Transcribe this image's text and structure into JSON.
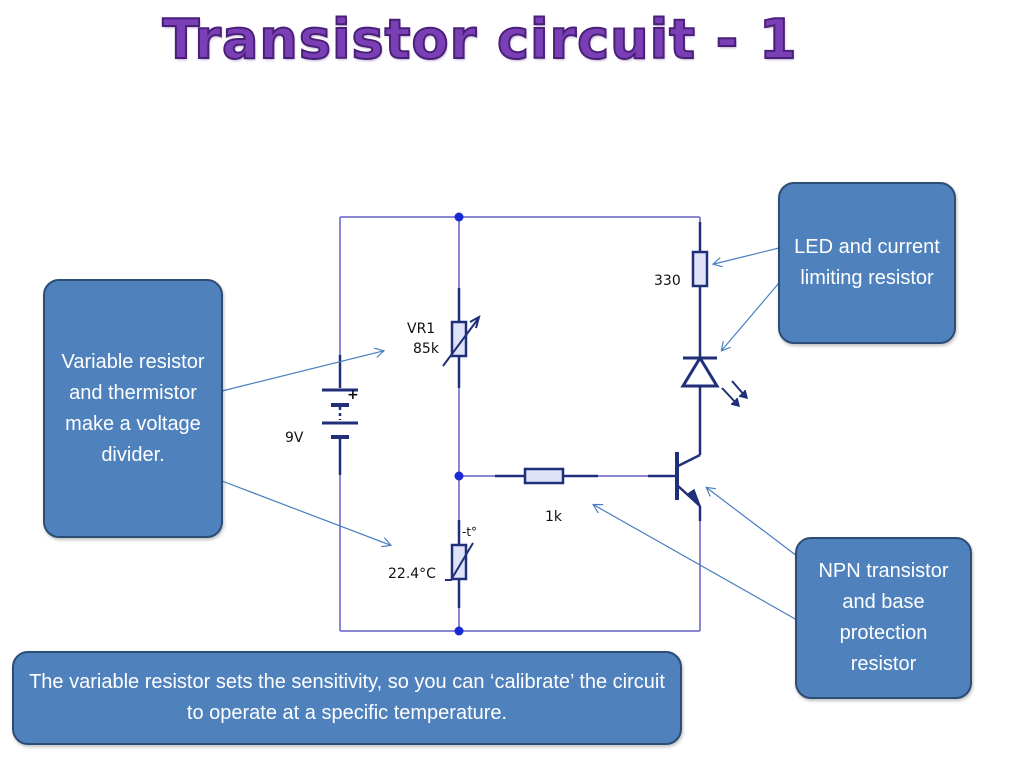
{
  "title": "Transistor circuit - 1",
  "callouts": {
    "led_resistor": "LED and current limiting resistor",
    "voltage_divider": "Variable resistor and thermistor make a voltage divider.",
    "npn_transistor": "NPN transistor and base protection resistor",
    "calibrate_note": "The variable resistor sets the sensitivity, so you can ‘calibrate’ the circuit to operate at a specific temperature."
  },
  "components": {
    "battery_voltage": "9V",
    "battery_plus": "+",
    "vr1_name": "VR1",
    "vr1_value": "85k",
    "thermistor_temp": "22.4°C",
    "thermistor_symbol": "-t°",
    "led_resistor_value": "330",
    "base_resistor_value": "1k"
  },
  "colors": {
    "wire": "#8b86d6",
    "component": "#1f2f7a",
    "node": "#1a2bd6",
    "callout_fill": "#4f81bd",
    "callout_border": "#2c4d75",
    "arrow": "#4a7fc0",
    "title": "#7a3fb5"
  }
}
